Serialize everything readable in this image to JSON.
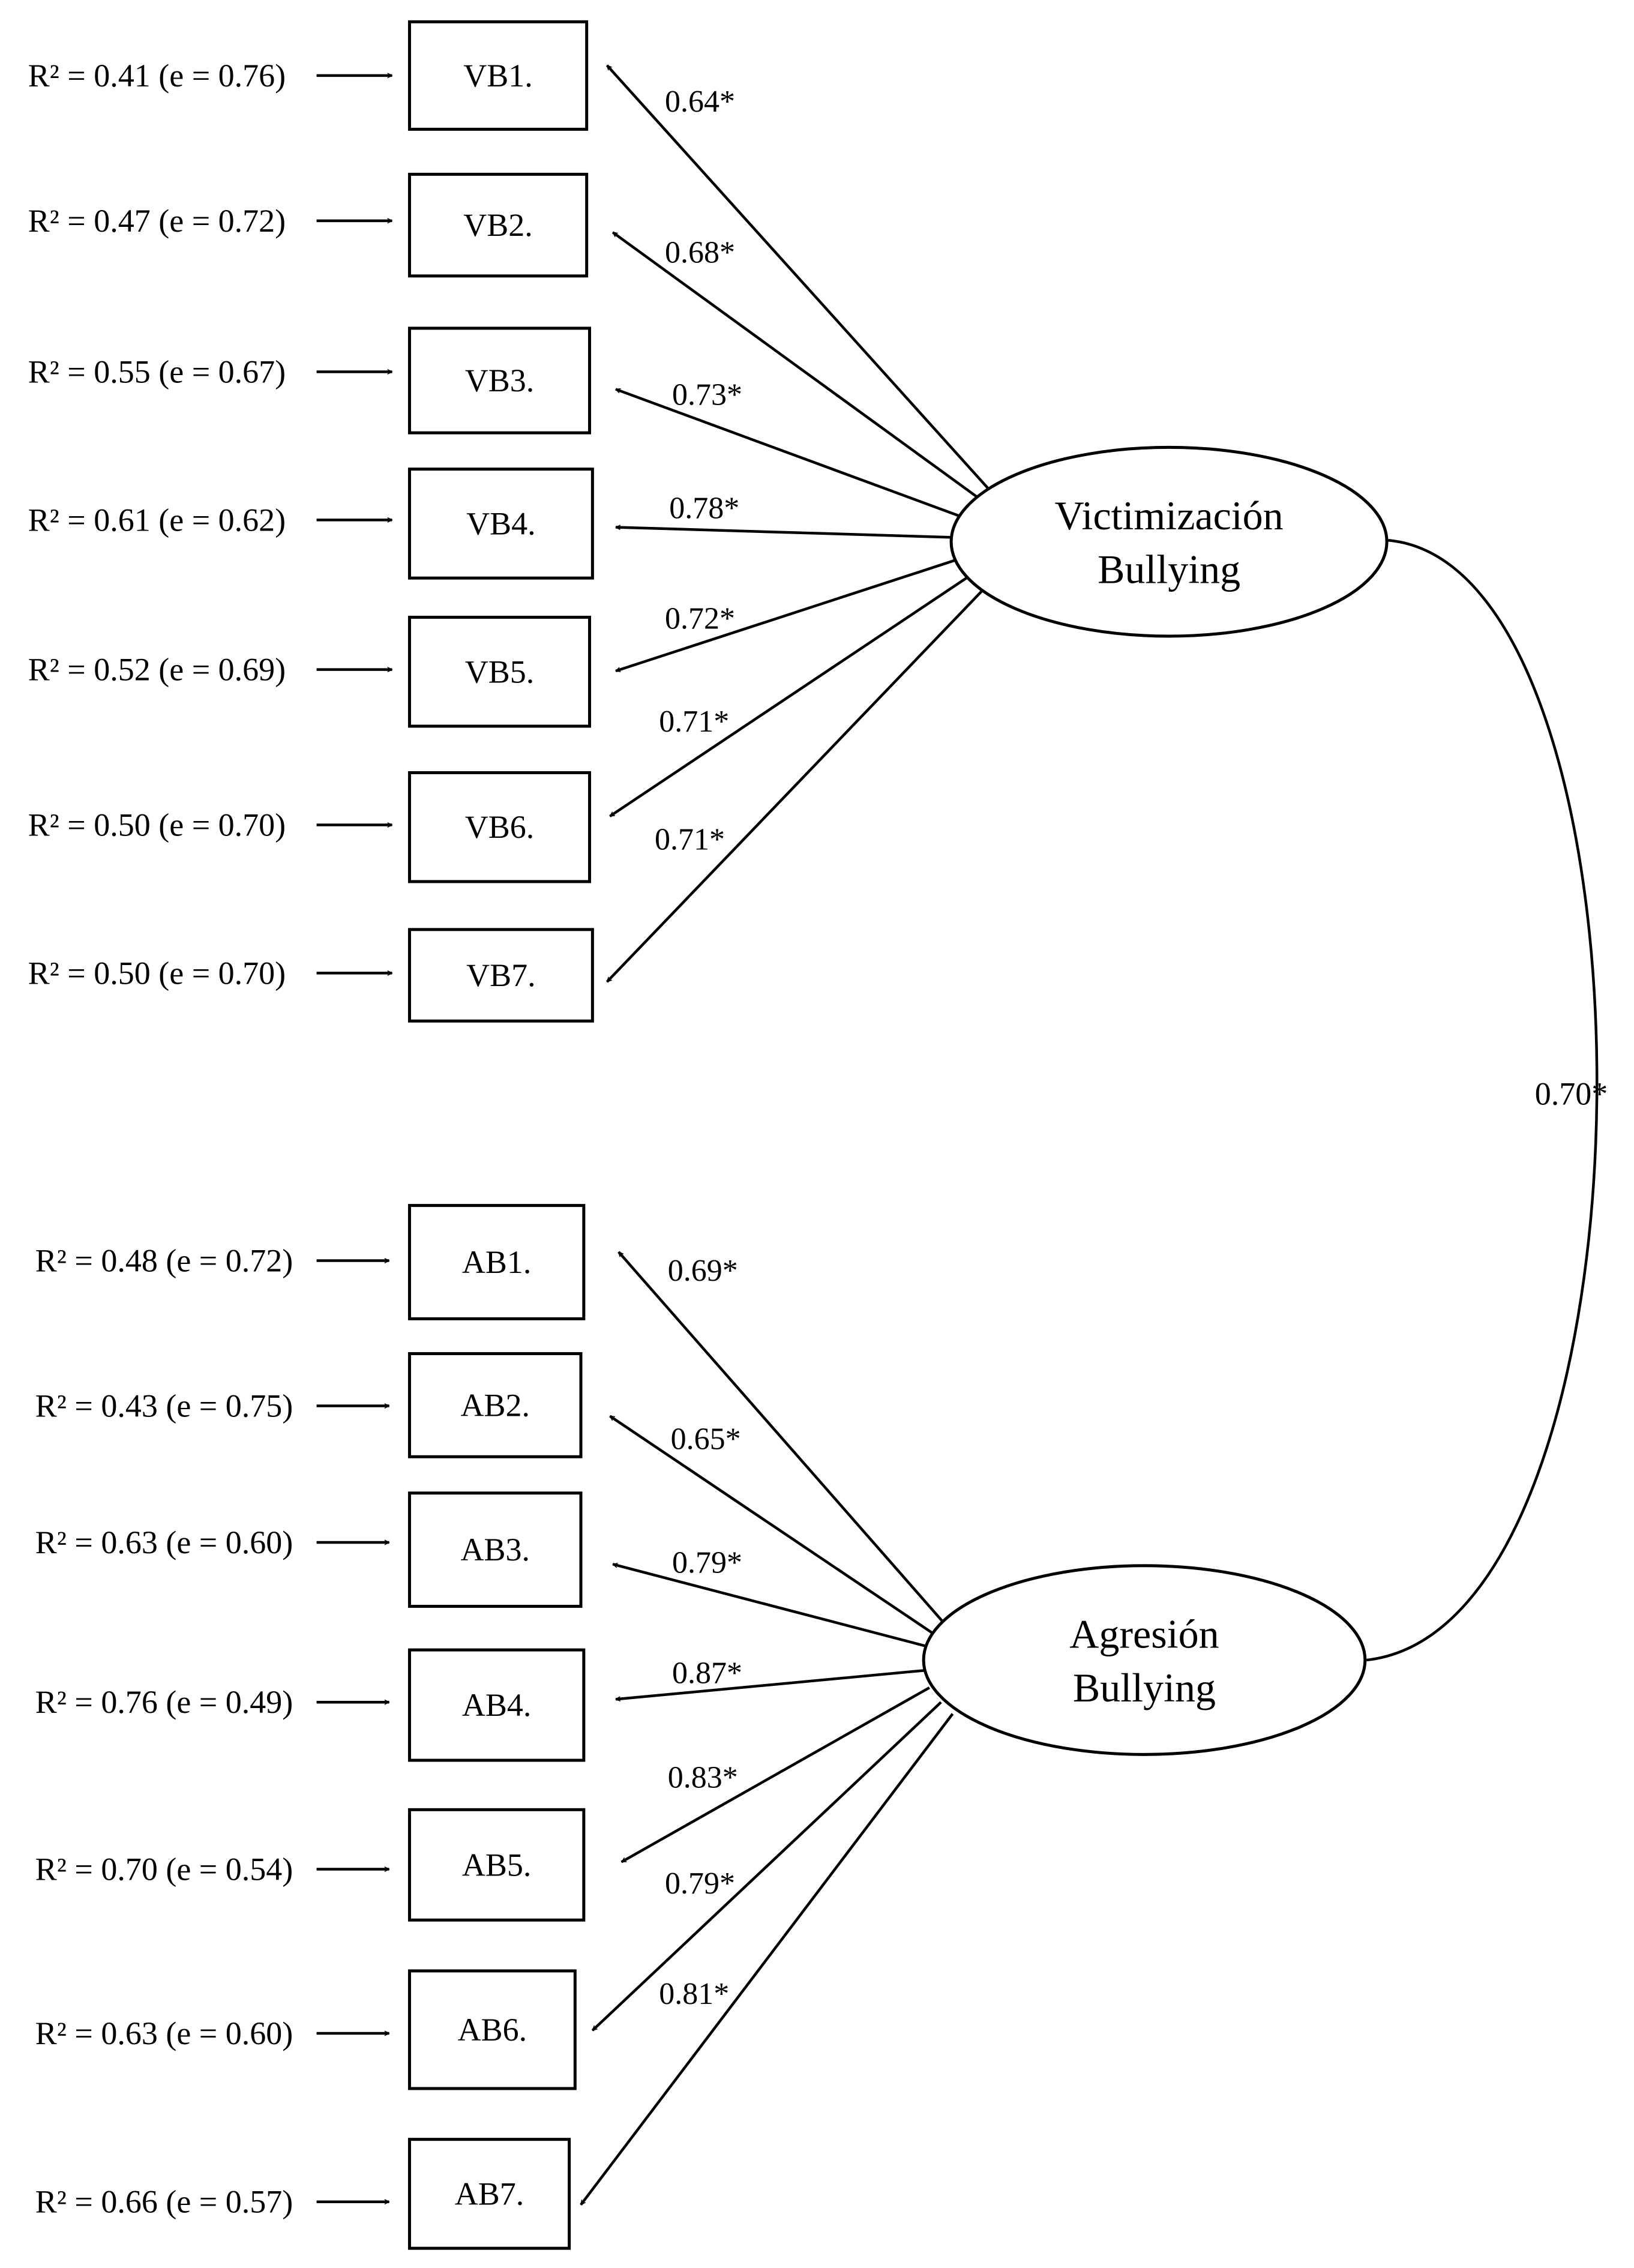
{
  "groups": [
    {
      "factor": {
        "line1": "Victimización",
        "line2": "Bullying"
      },
      "items": [
        {
          "label": "VB1.",
          "r2": "R² = 0.41 (e = 0.76)",
          "loading": "0.64*"
        },
        {
          "label": "VB2.",
          "r2": "R² = 0.47 (e = 0.72)",
          "loading": "0.68*"
        },
        {
          "label": "VB3.",
          "r2": "R² = 0.55 (e = 0.67)",
          "loading": "0.73*"
        },
        {
          "label": "VB4.",
          "r2": "R² = 0.61 (e = 0.62)",
          "loading": "0.78*"
        },
        {
          "label": "VB5.",
          "r2": "R² = 0.52 (e = 0.69)",
          "loading": "0.72*"
        },
        {
          "label": "VB6.",
          "r2": "R² = 0.50 (e = 0.70)",
          "loading": "0.71*"
        },
        {
          "label": "VB7.",
          "r2": "R² = 0.50 (e = 0.70)",
          "loading": "0.71*"
        }
      ]
    },
    {
      "factor": {
        "line1": "Agresión",
        "line2": "Bullying"
      },
      "items": [
        {
          "label": "AB1.",
          "r2": "R² = 0.48 (e = 0.72)",
          "loading": "0.69*"
        },
        {
          "label": "AB2.",
          "r2": "R² = 0.43 (e = 0.75)",
          "loading": "0.65*"
        },
        {
          "label": "AB3.",
          "r2": "R² = 0.63 (e = 0.60)",
          "loading": "0.79*"
        },
        {
          "label": "AB4.",
          "r2": "R² = 0.76 (e = 0.49)",
          "loading": "0.87*"
        },
        {
          "label": "AB5.",
          "r2": "R² = 0.70 (e = 0.54)",
          "loading": "0.83*"
        },
        {
          "label": "AB6.",
          "r2": "R² = 0.63 (e = 0.60)",
          "loading": "0.79*"
        },
        {
          "label": "AB7.",
          "r2": "R² = 0.66 (e = 0.57)",
          "loading": "0.81*"
        }
      ]
    }
  ],
  "correlation": "0.70*"
}
